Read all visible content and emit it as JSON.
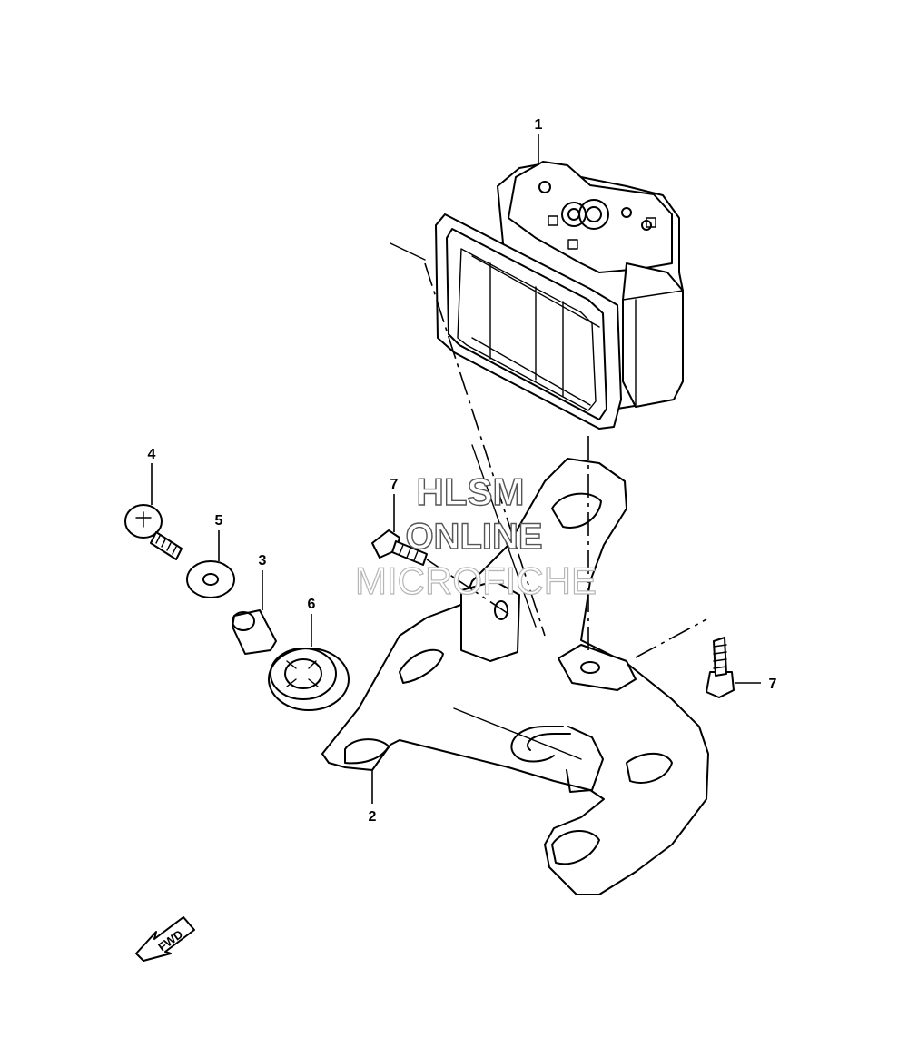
{
  "callouts": {
    "p1": "1",
    "p2": "2",
    "p3": "3",
    "p4": "4",
    "p5": "5",
    "p6": "6",
    "p7a": "7",
    "p7b": "7"
  },
  "watermark": {
    "line1": "HLSM",
    "line2": "ONLINE",
    "line3": "MICROFICHE"
  },
  "direction": {
    "label": "FWD",
    "icon": "fwd-arrow-icon"
  },
  "colors": {
    "line": "#000000",
    "background": "#ffffff"
  }
}
